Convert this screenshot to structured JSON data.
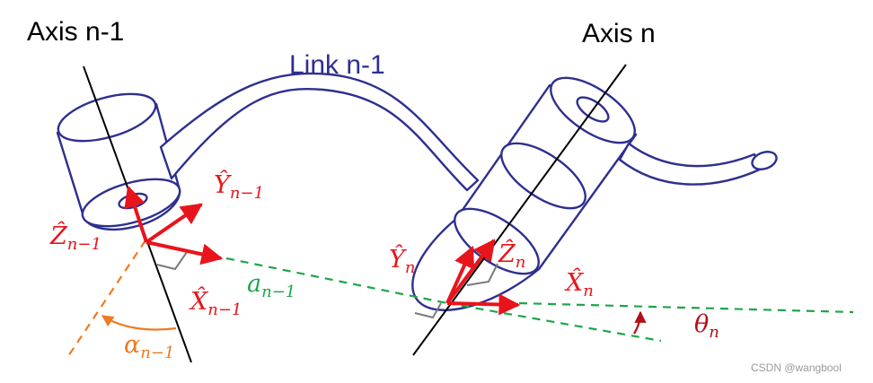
{
  "labels": {
    "axis_prev": "Axis n-1",
    "axis_next": "Axis n",
    "link": "Link n-1",
    "z_prev": {
      "base": "Ẑ",
      "sub": "n−1"
    },
    "y_prev": {
      "base": "Ŷ",
      "sub": "n−1"
    },
    "x_prev": {
      "base": "X̂",
      "sub": "n−1"
    },
    "a_prev": {
      "base": "a",
      "sub": "n−1"
    },
    "alpha_prev": {
      "base": "α",
      "sub": "n−1"
    },
    "y_n": {
      "base": "Ŷ",
      "sub": "n"
    },
    "z_n": {
      "base": "Ẑ",
      "sub": "n"
    },
    "x_n": {
      "base": "X̂",
      "sub": "n"
    },
    "theta_n": {
      "base": "θ",
      "sub": "n"
    }
  },
  "watermark": "CSDN @wangbool",
  "colors": {
    "axis": "#000000",
    "link": "#2e2f8f",
    "frame": "#e8141c",
    "common_normal": "#1aa64a",
    "twist": "#ee7a22",
    "angle": "#b01218",
    "marker": "#7a7a7a"
  }
}
